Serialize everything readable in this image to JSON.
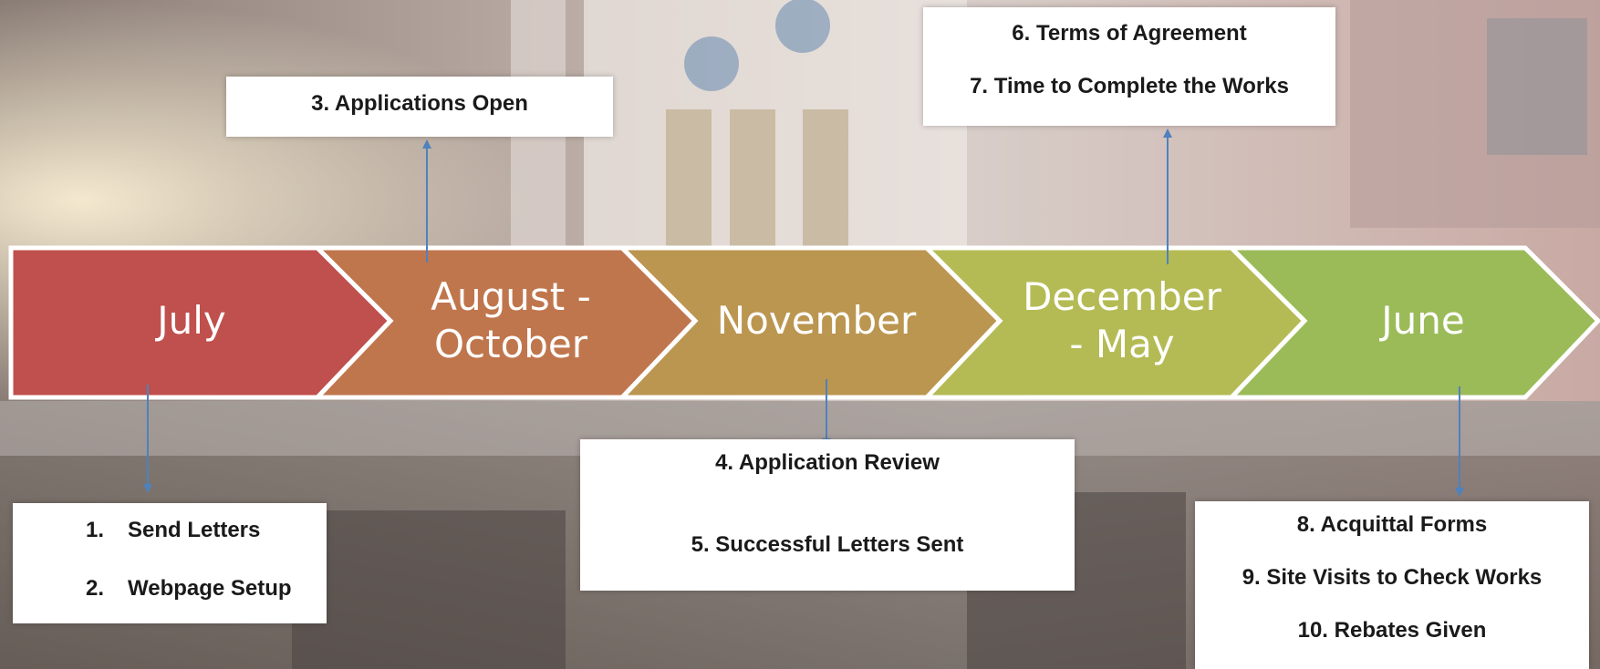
{
  "colors": {
    "phase_july": "#c0504d",
    "phase_aug_oct": "#c0764d",
    "phase_nov": "#bb9650",
    "phase_dec_may": "#b4bb55",
    "phase_june": "#9bbb59",
    "arrow": "#4f81bd",
    "box_bg": "#ffffff"
  },
  "timeline": {
    "phases": [
      {
        "label": "July"
      },
      {
        "label": "August -\nOctober"
      },
      {
        "label": "November"
      },
      {
        "label": "December\n- May"
      },
      {
        "label": "June"
      }
    ]
  },
  "boxes": {
    "july": {
      "items": [
        {
          "num": "1.",
          "text": "Send Letters"
        },
        {
          "num": "2.",
          "text": "Webpage Setup"
        }
      ]
    },
    "aug_oct": {
      "items": [
        {
          "text": "3. Applications Open"
        }
      ]
    },
    "nov": {
      "items": [
        {
          "text": "4.  Application Review"
        },
        {
          "text": "5.   Successful Letters Sent"
        }
      ]
    },
    "dec_may": {
      "items": [
        {
          "text": "6. Terms of Agreement"
        },
        {
          "text": "7. Time to Complete the Works"
        }
      ]
    },
    "june": {
      "items": [
        {
          "text": "8. Acquittal Forms"
        },
        {
          "text": "9. Site Visits to Check Works"
        },
        {
          "text": "10. Rebates Given"
        }
      ]
    }
  }
}
